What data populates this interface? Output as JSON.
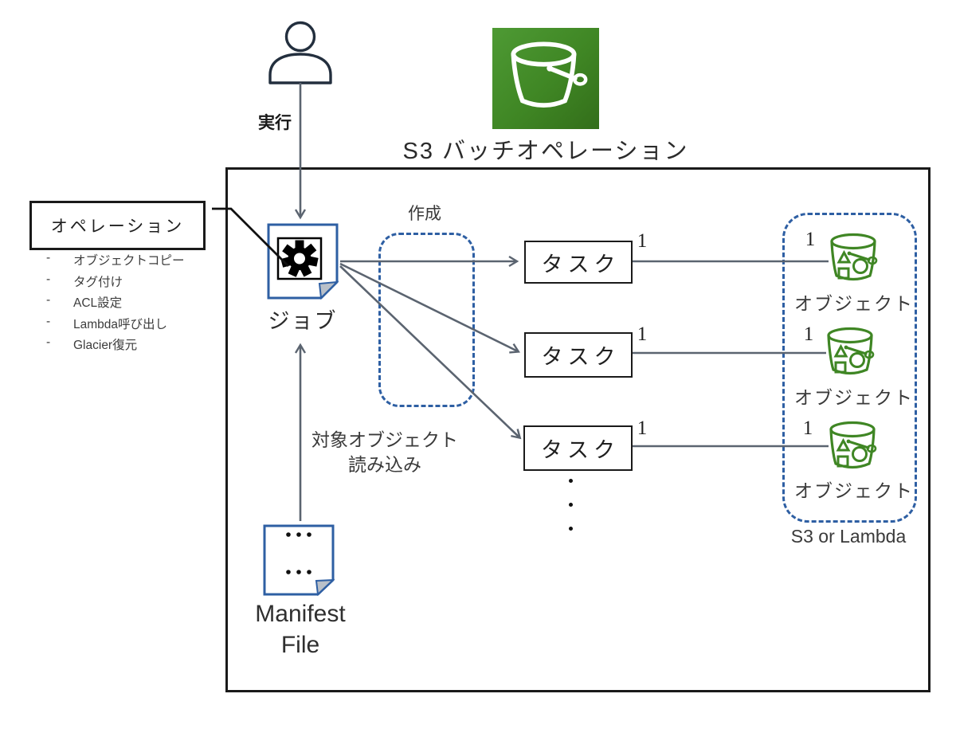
{
  "header": {
    "service_title": "S3 バッチオペレーション"
  },
  "actor": {
    "action_label": "実行"
  },
  "operation_panel": {
    "title": "オペレーション",
    "bullet": "-",
    "items": [
      "オブジェクトコピー",
      "タグ付け",
      "ACL設定",
      "Lambda呼び出し",
      "Glacier復元"
    ]
  },
  "job": {
    "label": "ジョブ"
  },
  "create_label": "作成",
  "read_label": {
    "line1": "対象オブジェクト",
    "line2": "読み込み"
  },
  "tasks": [
    {
      "label": "タスク",
      "task_count": "1",
      "object_count": "1",
      "object_label": "オブジェクト"
    },
    {
      "label": "タスク",
      "task_count": "1",
      "object_count": "1",
      "object_label": "オブジェクト"
    },
    {
      "label": "タスク",
      "task_count": "1",
      "object_count": "1",
      "object_label": "オブジェクト"
    }
  ],
  "targets": {
    "group_label": "S3 or Lambda"
  },
  "manifest": {
    "line1": "Manifest",
    "line2": "File"
  },
  "icons": {
    "user": "user-icon",
    "s3_service": "s3-bucket-icon",
    "job_document": "document-gear-icon",
    "object_bucket": "s3-bucket-objects-icon",
    "manifest_document": "document-dots-icon"
  },
  "colors": {
    "s3_green": "#3f8624",
    "diagram_blue": "#2e5fa3",
    "arrow_gray": "#5b6470",
    "person_navy": "#232f3e",
    "frame_black": "#1a1a1a",
    "text_dark": "#2b2b2b"
  }
}
